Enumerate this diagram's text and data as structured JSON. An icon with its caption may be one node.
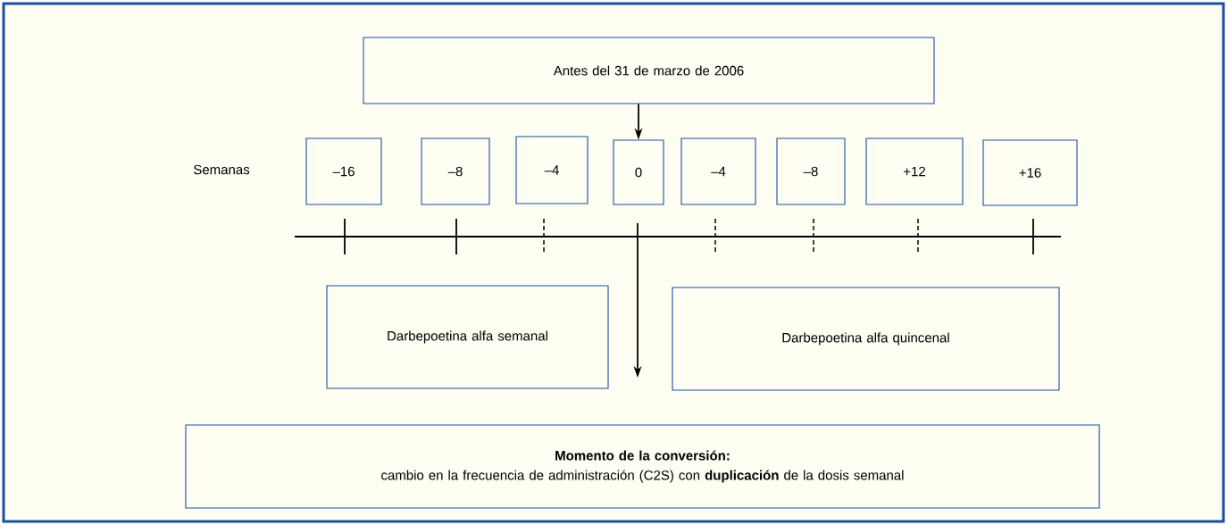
{
  "diagram": {
    "nodes": [
      {
        "text": [
          "Antes del 31 de marzo de 2006"
        ]
      },
      {
        "text": [
          "–16"
        ]
      },
      {
        "text": [
          "–8"
        ]
      },
      {
        "text": [
          "–4"
        ]
      },
      {
        "text": [
          "0"
        ]
      },
      {
        "text": [
          "–4"
        ]
      },
      {
        "text": [
          "–8"
        ]
      },
      {
        "text": [
          "+12"
        ]
      },
      {
        "text": [
          "+16"
        ]
      },
      {
        "text": [
          "Darbepoetina  alfa semanal"
        ]
      },
      {
        "text": [
          "Darbepoetina alfa quincenal"
        ]
      },
      {
        "text": [
          "Momento de la conversión:",
          "cambio en la frecuencia de administración (C2S) con **duplicación** de la dosis semanal"
        ]
      }
    ],
    "edges": [
      {
        "from": 0,
        "to": 4,
        "arrow": "to"
      }
    ],
    "labels": [
      "Semanas"
    ]
  }
}
